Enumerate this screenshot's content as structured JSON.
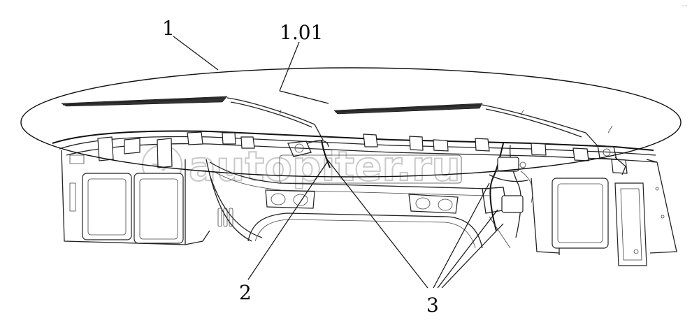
{
  "callouts": {
    "c1": "1",
    "c101": "1.01",
    "c2": "2",
    "c3": "3"
  },
  "watermark": {
    "text": "autopiter.ru",
    "color": "#c9c9c9"
  },
  "corner_mark": {
    "text": "--"
  }
}
